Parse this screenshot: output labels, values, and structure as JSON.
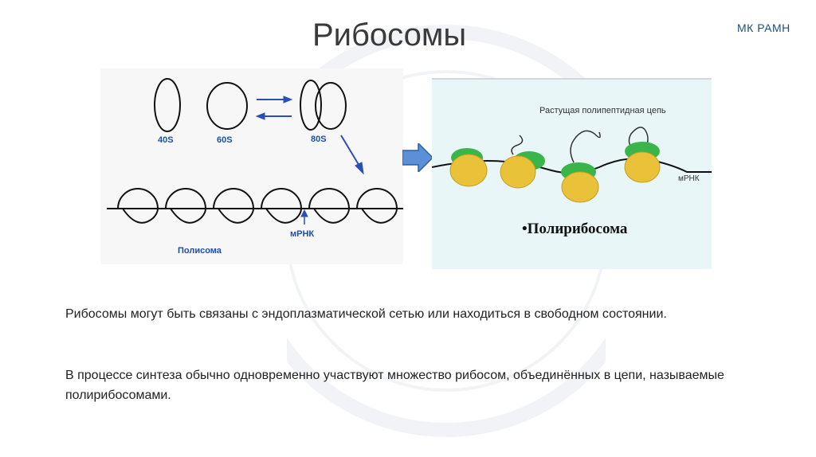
{
  "slide": {
    "title": "Рибосомы",
    "org": "МК РАМН"
  },
  "left_diagram": {
    "label_40s": "40S",
    "label_60s": "60S",
    "label_80s": "80S",
    "label_mrna": "мРНК",
    "label_polysome": "Полисома"
  },
  "right_diagram": {
    "chain_label": "Растущая полипептидная цепь",
    "mrna_label": "мРНК",
    "caption": "•Полирибосома"
  },
  "text": {
    "paragraph1": "Рибосомы могут быть связаны с эндоплазматической сетью или находиться в свободном состоянии.",
    "paragraph2": "В процессе синтеза обычно одновременно участвуют множество рибосом, объединённых в цепи, называемые полирибосомами."
  },
  "colors": {
    "title": "#3a3a3a",
    "org": "#1f4e79",
    "label_blue": "#1f4ea8",
    "arrow_blue": "#2a4fb5",
    "small_subunit": "#3ab54a",
    "large_subunit": "#e9c23a",
    "right_panel_bg": "#e8f6f7"
  }
}
